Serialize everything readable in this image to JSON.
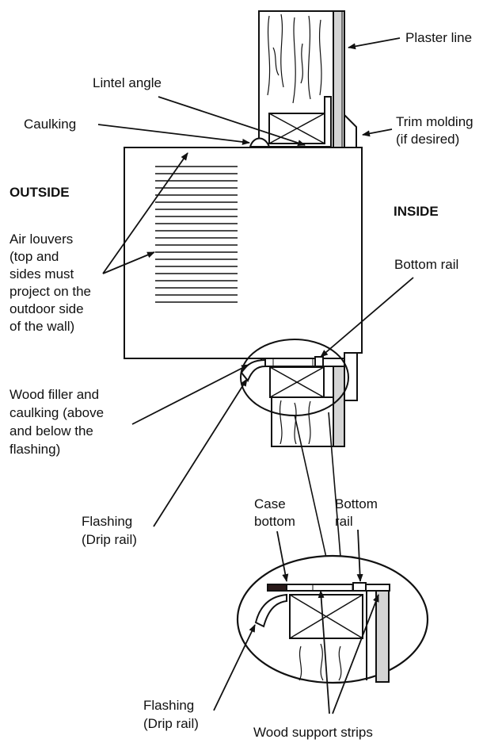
{
  "labels": {
    "plaster_line": "Plaster line",
    "lintel_angle": "Lintel angle",
    "caulking": "Caulking",
    "trim_molding": [
      "Trim molding",
      "(if desired)"
    ],
    "outside": "OUTSIDE",
    "inside": "INSIDE",
    "air_louvers": [
      "Air louvers",
      "(top and",
      "sides must",
      "project on the",
      "outdoor side",
      "of the wall)"
    ],
    "bottom_rail": "Bottom rail",
    "wood_filler": [
      "Wood filler and",
      "caulking (above",
      "and below the",
      "flashing)"
    ],
    "flashing_upper": [
      "Flashing",
      "(Drip rail)"
    ],
    "case_bottom": [
      "Case",
      "bottom"
    ],
    "bottom_rail_detail": [
      "Bottom",
      "rail"
    ],
    "flashing_lower": [
      "Flashing",
      "(Drip rail)"
    ],
    "wood_support_strips": "Wood support strips"
  },
  "colors": {
    "line": "#111111",
    "stud_fill": "#d4d4d4",
    "dark": "#2a1a1a"
  }
}
